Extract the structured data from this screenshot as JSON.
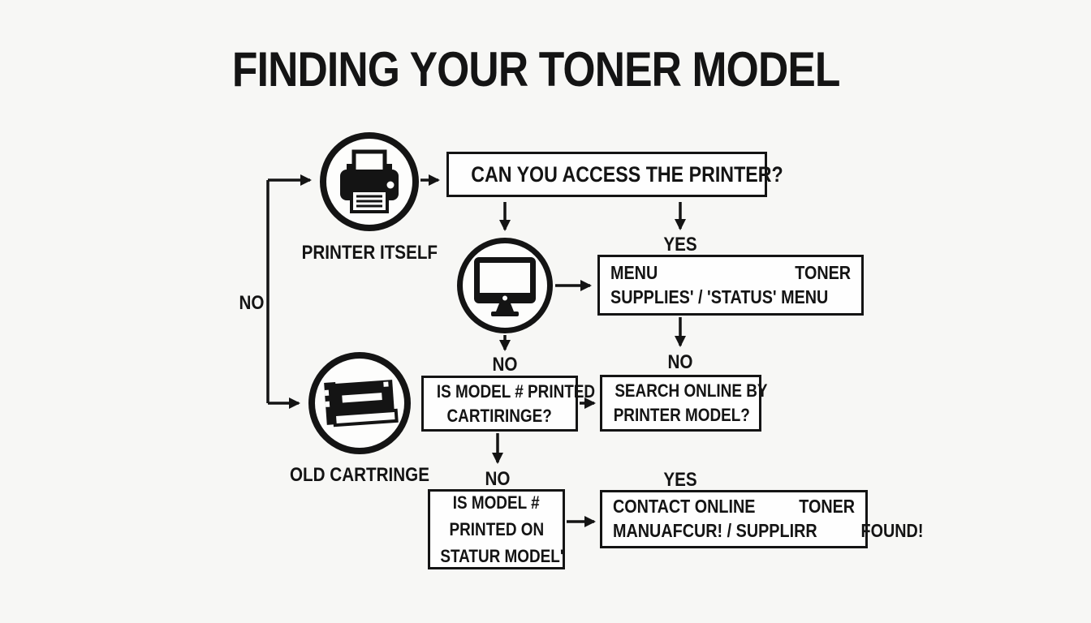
{
  "title": "FINDING YOUR TONER MODEL",
  "colors": {
    "background": "#f7f7f5",
    "ink": "#141414",
    "box_background": "#fefefe"
  },
  "labels": {
    "printer_circle": "PRINTER ITSELF",
    "cartridge_circle": "OLD CARTRINGE",
    "no_left_branch": "NO",
    "yes_top": "YES",
    "no_under_monitor": "NO",
    "no_under_menu": "NO",
    "no_under_cartridge_question": "NO",
    "yes_bottom": "YES"
  },
  "boxes": {
    "access_question": "CAN YOU ACCESS THE PRINTER?",
    "menu": {
      "line1_left": "MENU",
      "line1_right": "TONER",
      "line2": "SUPPLIES' / 'STATUS' MENU"
    },
    "cartridge_question": {
      "line1": "IS MODEL # PRINTED",
      "line2": "CARTIRINGE?"
    },
    "search": {
      "line1": "SEARCH ONLINE BY",
      "line2": "PRINTER MODEL?"
    },
    "status_question": {
      "line1": "IS MODEL #",
      "line2": "PRINTED ON",
      "line3": "STATUR MODEL'"
    },
    "contact": {
      "line1_left": "CONTACT ONLINE",
      "line1_right": "TONER",
      "line2_left": "MANUAFCUR! / SUPPLIRR",
      "line2_right": "FOUND!"
    }
  },
  "icons": {
    "printer": "printer-icon",
    "monitor": "monitor-icon",
    "cartridge": "cartridge-icon"
  }
}
